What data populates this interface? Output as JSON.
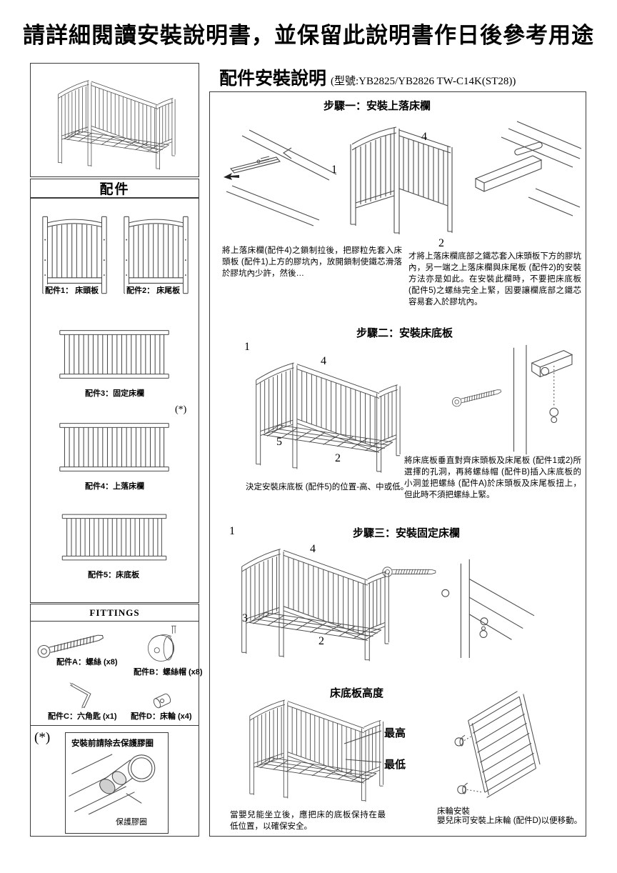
{
  "page": {
    "title": "請詳細閱讀安裝說明書，並保留此說明書作日後參考用途"
  },
  "header": {
    "title": "配件安裝說明",
    "model": "(型號:YB2825/YB2826 TW-C14K(ST28))"
  },
  "sidebar": {
    "parts_header": "配件",
    "parts": [
      {
        "label": "配件1： 床頭板"
      },
      {
        "label": "配件2： 床尾板"
      },
      {
        "label": "配件3：固定床欄"
      },
      {
        "label": "配件4：上落床欄"
      },
      {
        "label": "配件5：床底板"
      }
    ],
    "part4_note": "(*)",
    "fittings_header": "FITTINGS",
    "fittings": [
      {
        "label": "配件A：螺絲 (x8)"
      },
      {
        "label": "配件B：螺絲帽 (x8)"
      },
      {
        "label": "配件C：六角匙 (x1)"
      },
      {
        "label": "配件D：床輪 (x4)"
      }
    ],
    "note": {
      "mark": "(*)",
      "title": "安裝前請除去保護膠圈",
      "label": "保護膠圈"
    }
  },
  "steps": {
    "step1": {
      "title": "步驟一：安裝上落床欄",
      "callout_1": "1",
      "callout_4": "4",
      "callout_2": "2",
      "text_left": "將上落床欄(配件4)之鎖制拉後，把膠粒先套入床頭板 (配件1)上方的膠坑內，放開鎖制使鐵芯滑落於膠坑內少許，然後…",
      "text_right": "才將上落床欄底部之鐵芯套入床頭板下方的膠坑內，另一端之上落床欄與床尾板 (配件2)的安裝方法亦是如此。在安裝此欄時，不要把床底板 (配件5)之螺絲完全上緊，因要讓欄底部之鐵芯容易套入於膠坑內。"
    },
    "step2": {
      "title": "步驟二：安裝床底板",
      "callout_1": "1",
      "callout_4": "4",
      "callout_5": "5",
      "callout_2": "2",
      "caption": "決定安裝床底板 (配件5)的位置-高、中或低。",
      "text_right": "將床底板垂直對齊床頭板及床尾板 (配件1或2)所選擇的孔洞，再將螺絲帽 (配件B)插入床底板的小洞並把螺絲 (配件A)於床頭板及床尾板扭上，但此時不須把螺絲上緊。"
    },
    "step3": {
      "title": "步驟三：安裝固定床欄",
      "callout_1": "1",
      "callout_4": "4",
      "callout_3": "3",
      "callout_2": "2"
    },
    "height": {
      "title": "床底板高度",
      "highest": "最高",
      "lowest": "最低",
      "note": "當嬰兒能坐立後，應把床的底板保持在最低位置，以確保安全。"
    },
    "casters": {
      "title": "床輪安裝",
      "note": "嬰兒床可安裝上床輪 (配件D)以便移動。"
    }
  }
}
